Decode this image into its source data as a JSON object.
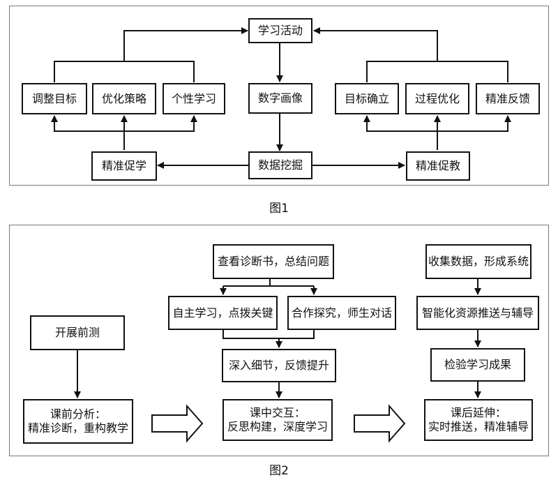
{
  "figure1": {
    "caption": "图1",
    "center": {
      "activity": "学习活动",
      "portrait": "数字画像",
      "mining": "数据挖掘"
    },
    "left": {
      "adjust": "调整目标",
      "optimize": "优化策略",
      "personal": "个性学习",
      "precise": "精准促学"
    },
    "right": {
      "goal": "目标确立",
      "process": "过程优化",
      "feedback": "精准反馈",
      "precise": "精准促教"
    }
  },
  "figure2": {
    "caption": "图2",
    "pre_test": "开展前测",
    "pre_analysis": {
      "line1": "课前分析：",
      "line2": "精准诊断，重构教学"
    },
    "diagnosis": "查看诊断书，总结问题",
    "self_study": "自主学习，点拨关键",
    "cooperate": "合作探究，师生对话",
    "deepen": "深入细节，反馈提升",
    "in_class": {
      "line1": "课中交互：",
      "line2": "反思构建，深度学习"
    },
    "collect": "收集数据，形成系统",
    "push": "智能化资源推送与辅导",
    "check": "检验学习成果",
    "after": {
      "line1": "课后延伸：",
      "line2": "实时推送，精准辅导"
    }
  }
}
